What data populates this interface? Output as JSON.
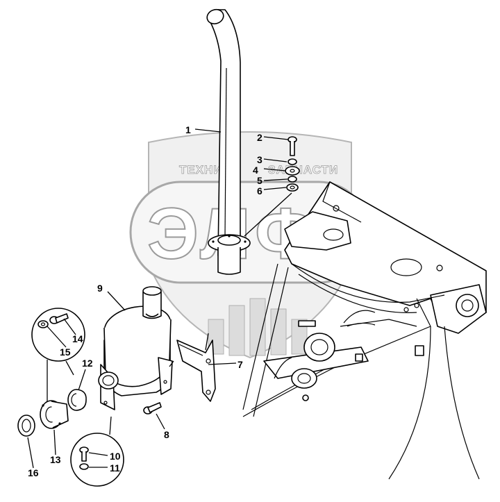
{
  "watermark": {
    "line1": "ТЕХНИКА",
    "line2": "ЗАПЧАСТИ",
    "logo": "ЭЛФ"
  },
  "callouts": [
    "1",
    "2",
    "3",
    "4",
    "5",
    "6",
    "7",
    "8",
    "9",
    "10",
    "11",
    "12",
    "13",
    "14",
    "15",
    "16"
  ]
}
